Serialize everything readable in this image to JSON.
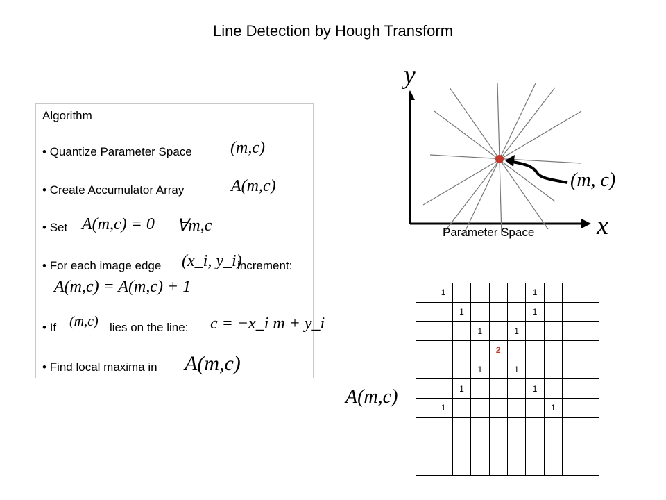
{
  "title": "Line Detection by Hough Transform",
  "algorithm": {
    "heading": "Algorithm",
    "steps": [
      {
        "bullet": "•",
        "text": "Quantize Parameter Space",
        "formula": "(m,c)"
      },
      {
        "bullet": "•",
        "text": "Create Accumulator Array",
        "formula": "A(m,c)"
      },
      {
        "bullet": "•",
        "text": "Set",
        "formula": "A(m,c) = 0",
        "formula2": "∀m,c"
      },
      {
        "bullet": "•",
        "text": "For each image edge",
        "formula": "(x_i, y_i)",
        "text2": "increment:",
        "formula2": "A(m,c) = A(m,c) + 1"
      },
      {
        "bullet": "•",
        "text": "If",
        "formula": "(m,c)",
        "text2": "lies on the line:",
        "formula2": "c = −x_i m + y_i"
      },
      {
        "bullet": "•",
        "text": "Find local maxima in",
        "formula": "A(m,c)"
      }
    ]
  },
  "parameter_space": {
    "y_axis": "y",
    "x_axis": "x",
    "point_label": "(m, c)",
    "label": "Parameter Space",
    "accent_color": "#c0392b"
  },
  "accumulator": {
    "label": "A(m,c)",
    "rows": [
      [
        "",
        "1",
        "",
        "",
        "",
        "",
        "1",
        "",
        "",
        ""
      ],
      [
        "",
        "",
        "1",
        "",
        "",
        "",
        "1",
        "",
        "",
        ""
      ],
      [
        "",
        "",
        "",
        "1",
        "",
        "1",
        "",
        "",
        "",
        ""
      ],
      [
        "",
        "",
        "",
        "",
        "2",
        "",
        "",
        "",
        "",
        ""
      ],
      [
        "",
        "",
        "",
        "1",
        "",
        "1",
        "",
        "",
        "",
        ""
      ],
      [
        "",
        "",
        "1",
        "",
        "",
        "",
        "1",
        "",
        "",
        ""
      ],
      [
        "",
        "1",
        "",
        "",
        "",
        "",
        "",
        "1",
        "",
        ""
      ],
      [
        "",
        "",
        "",
        "",
        "",
        "",
        "",
        "",
        "",
        ""
      ],
      [
        "",
        "",
        "",
        "",
        "",
        "",
        "",
        "",
        "",
        ""
      ],
      [
        "",
        "",
        "",
        "",
        "",
        "",
        "",
        "",
        "",
        ""
      ]
    ],
    "highlight_value": "2"
  }
}
